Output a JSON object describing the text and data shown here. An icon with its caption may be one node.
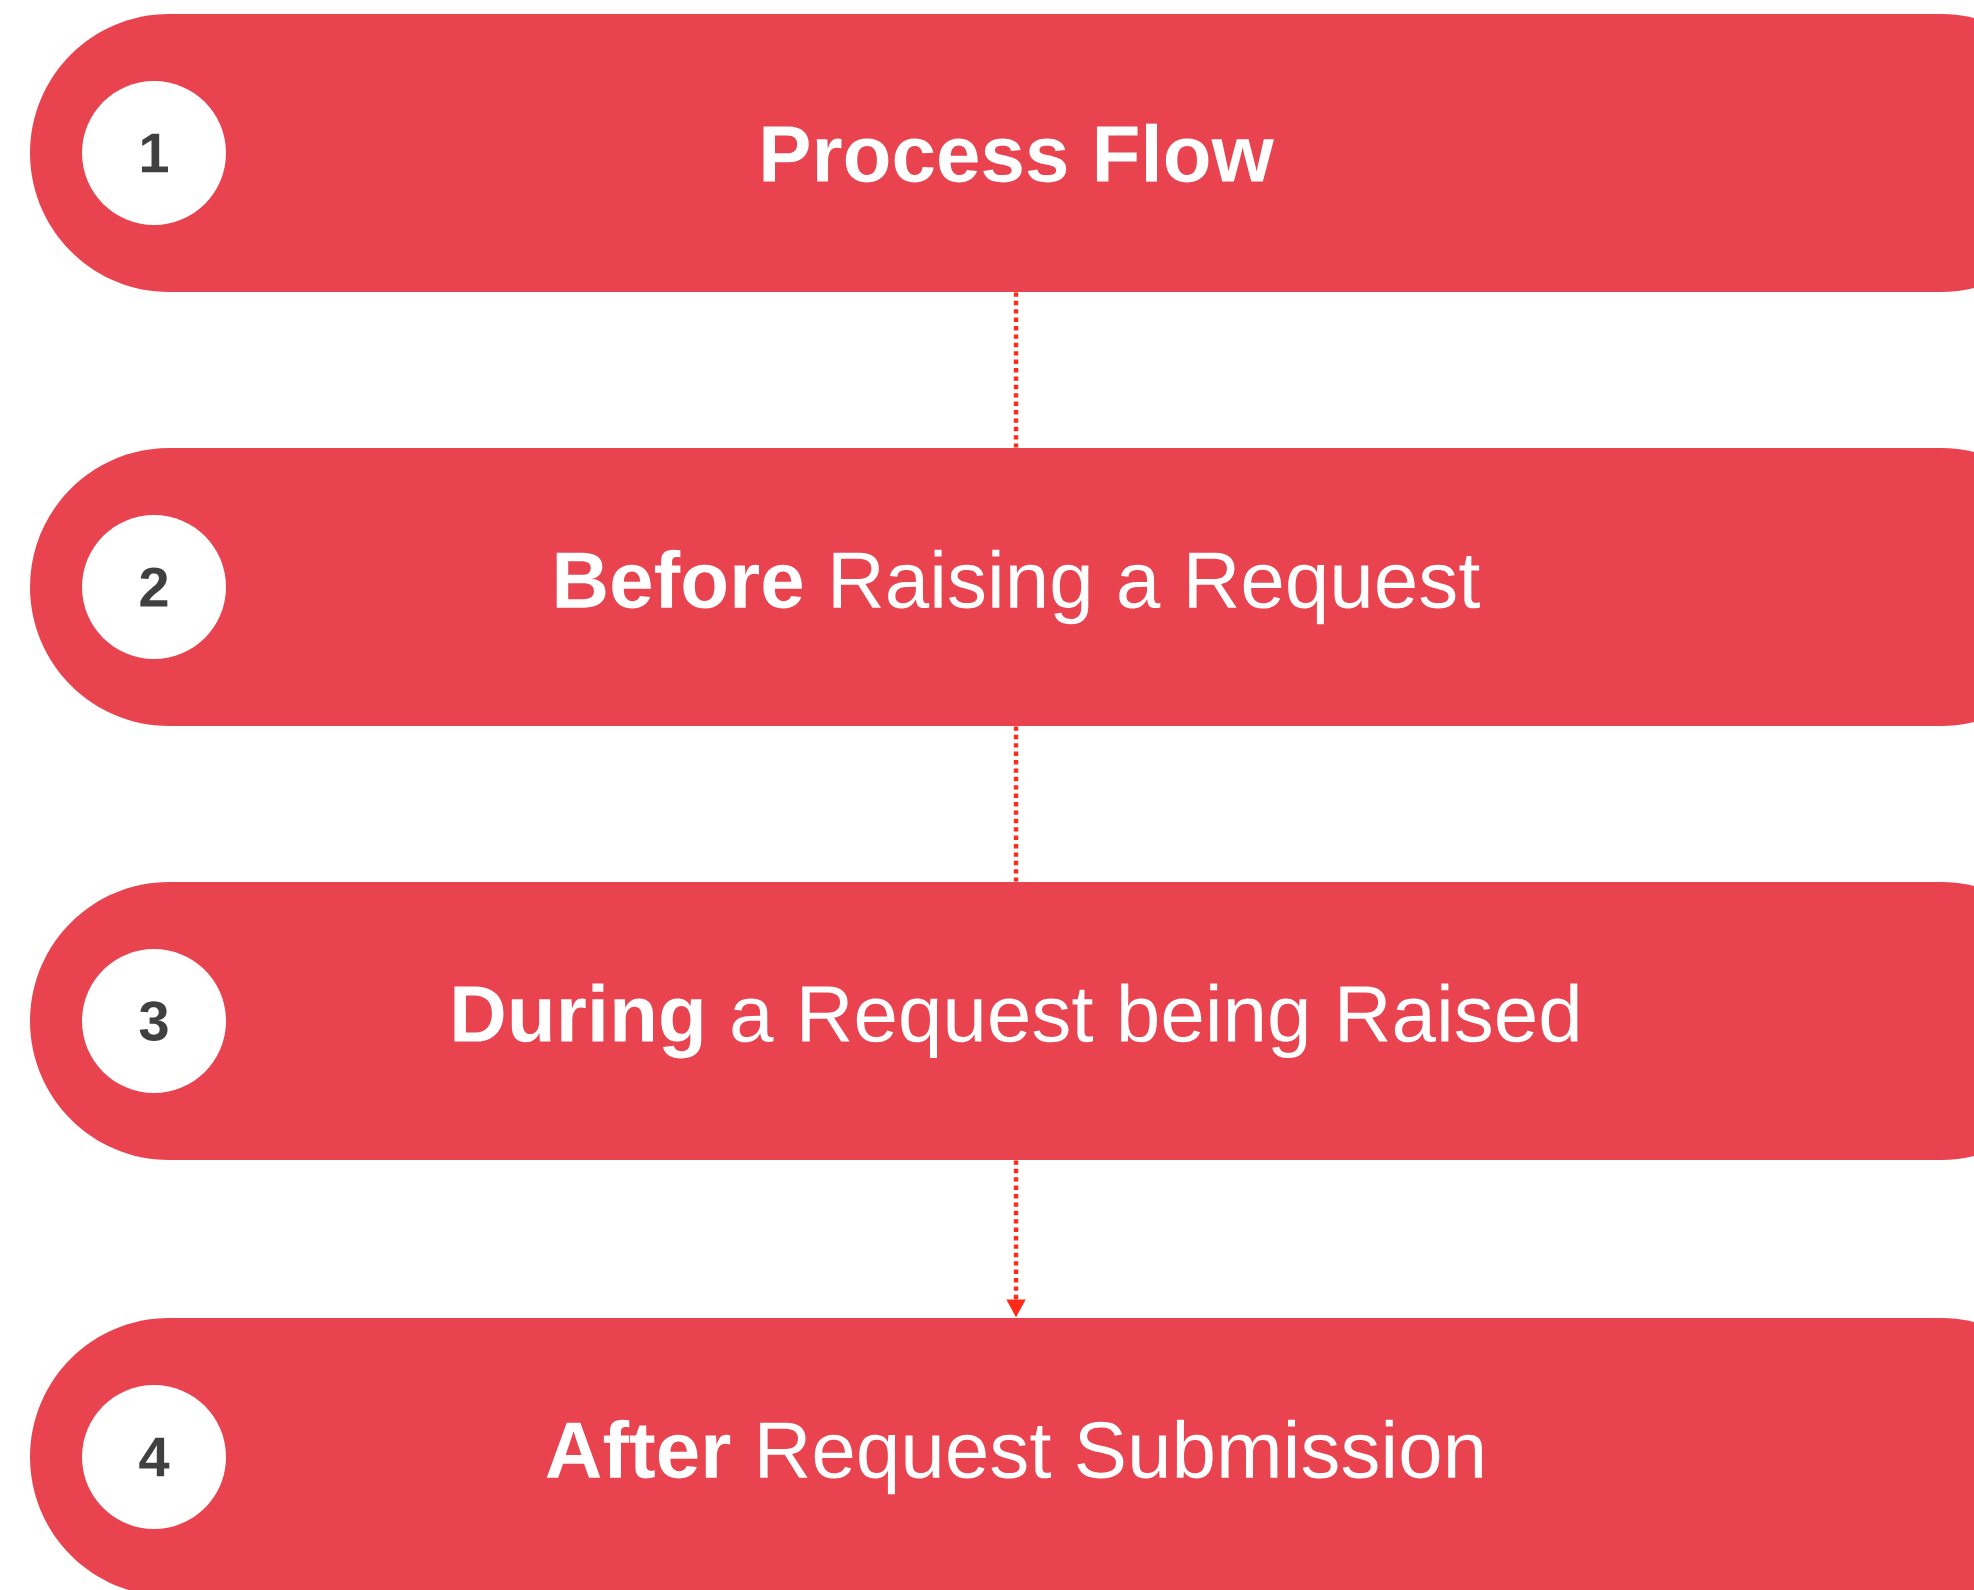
{
  "diagram": {
    "nodes": [
      {
        "text": [
          "Process Flow"
        ]
      },
      {
        "text": [
          "1"
        ],
        "in": 0
      },
      {
        "text": [
          "**Before** Raising a Request"
        ]
      },
      {
        "text": [
          "2"
        ],
        "in": 2
      },
      {
        "text": [
          "**During** a Request being Raised"
        ]
      },
      {
        "text": [
          "3"
        ],
        "in": 4
      },
      {
        "text": [
          "**After** Request Submission"
        ]
      },
      {
        "text": [
          "4"
        ],
        "in": 6
      }
    ],
    "edges": [
      {
        "from": 0,
        "to": 2,
        "arrow": "none"
      },
      {
        "from": 2,
        "to": 4,
        "arrow": "none"
      },
      {
        "from": 4,
        "to": 6,
        "arrow": "to"
      }
    ]
  }
}
